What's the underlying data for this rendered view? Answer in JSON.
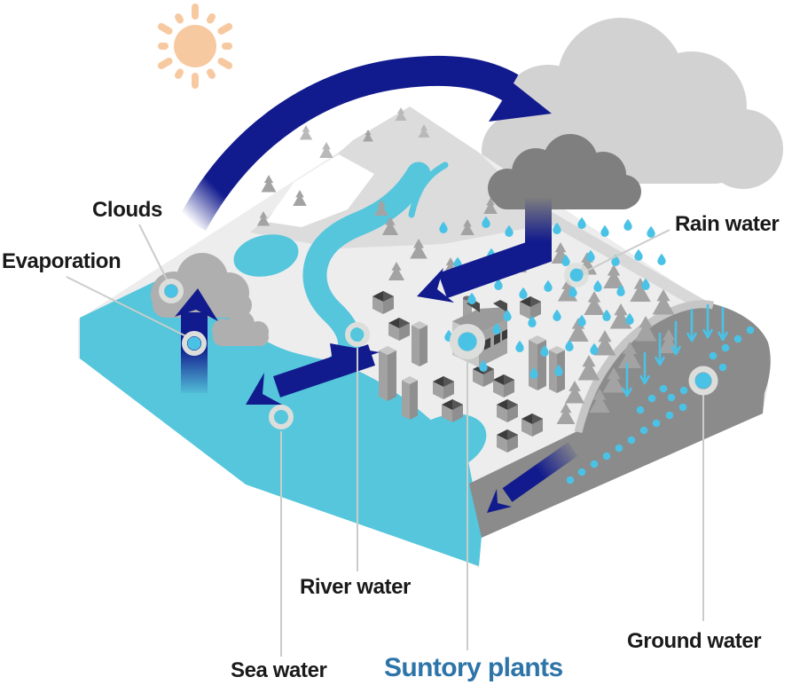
{
  "diagram": {
    "type": "water-cycle-illustration",
    "labels": {
      "clouds": "Clouds",
      "evaporation": "Evaporation",
      "rain_water": "Rain water",
      "river_water": "River water",
      "sea_water": "Sea water",
      "suntory_plants": "Suntory plants",
      "ground_water": "Ground water"
    },
    "icons": {
      "sun": "sun-icon",
      "cloud": "cloud-icon",
      "rain_drop": "rain-drop-icon",
      "flow_arrow": "flow-arrow-icon",
      "point_marker": "ring-marker-icon"
    },
    "colors": {
      "arrow_navy": "#121b8d",
      "water_cyan": "#55c6dc",
      "rain_cyan": "#4ac2e6",
      "sun_peach": "#f7c9a1",
      "cloud_light": "#d2d2d2",
      "cloud_dark": "#7f7f7f",
      "cloud_evap": "#afafaf",
      "land_gray": "#ededee",
      "mountain_gray": "#dcdcdc",
      "snow_white": "#ffffff",
      "ridge_light": "#d8d8d8",
      "tree_gray": "#a3a3a3",
      "tree_gray_light": "#b9b9b9",
      "underground_gray": "#8b8b8b",
      "underground_edge": "#c6c6c6",
      "building_light": "#c8c8c8",
      "building_mid": "#a2a2a2",
      "building_dark": "#8f8f8f",
      "roof_dark": "#3c3c3c",
      "roof_dark2": "#565656",
      "marker_ring": "#dbdedb",
      "leader_line": "#c9cdc9",
      "label_ink": "#1a1a1a",
      "suntory_blue": "#2d74a8"
    }
  }
}
